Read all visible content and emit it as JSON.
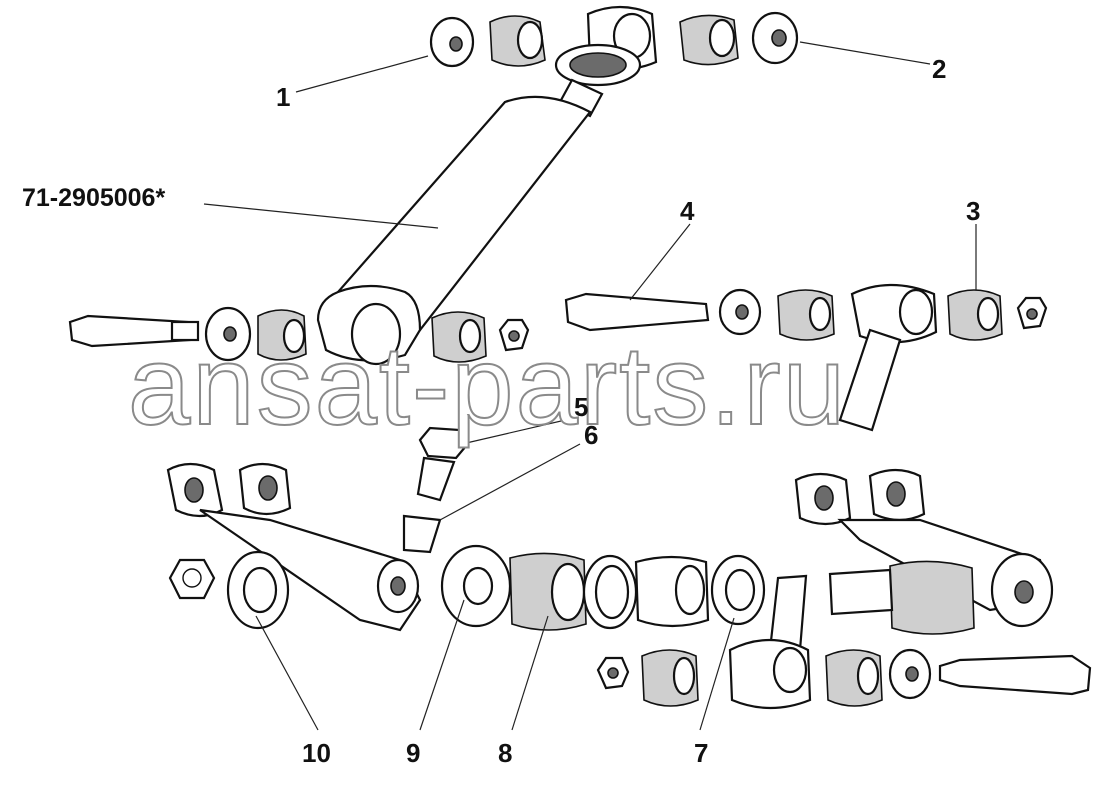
{
  "callouts": {
    "c1": "1",
    "c2": "2",
    "c3": "3",
    "c4": "4",
    "c5": "5",
    "c6": "6",
    "c7": "7",
    "c8": "8",
    "c9": "9",
    "c10": "10"
  },
  "part_number": "71-2905006*",
  "watermark": "ansat-parts.ru",
  "colors": {
    "background": "#ffffff",
    "linework": "#111111",
    "watermark_outline": "#8a8a8a"
  }
}
